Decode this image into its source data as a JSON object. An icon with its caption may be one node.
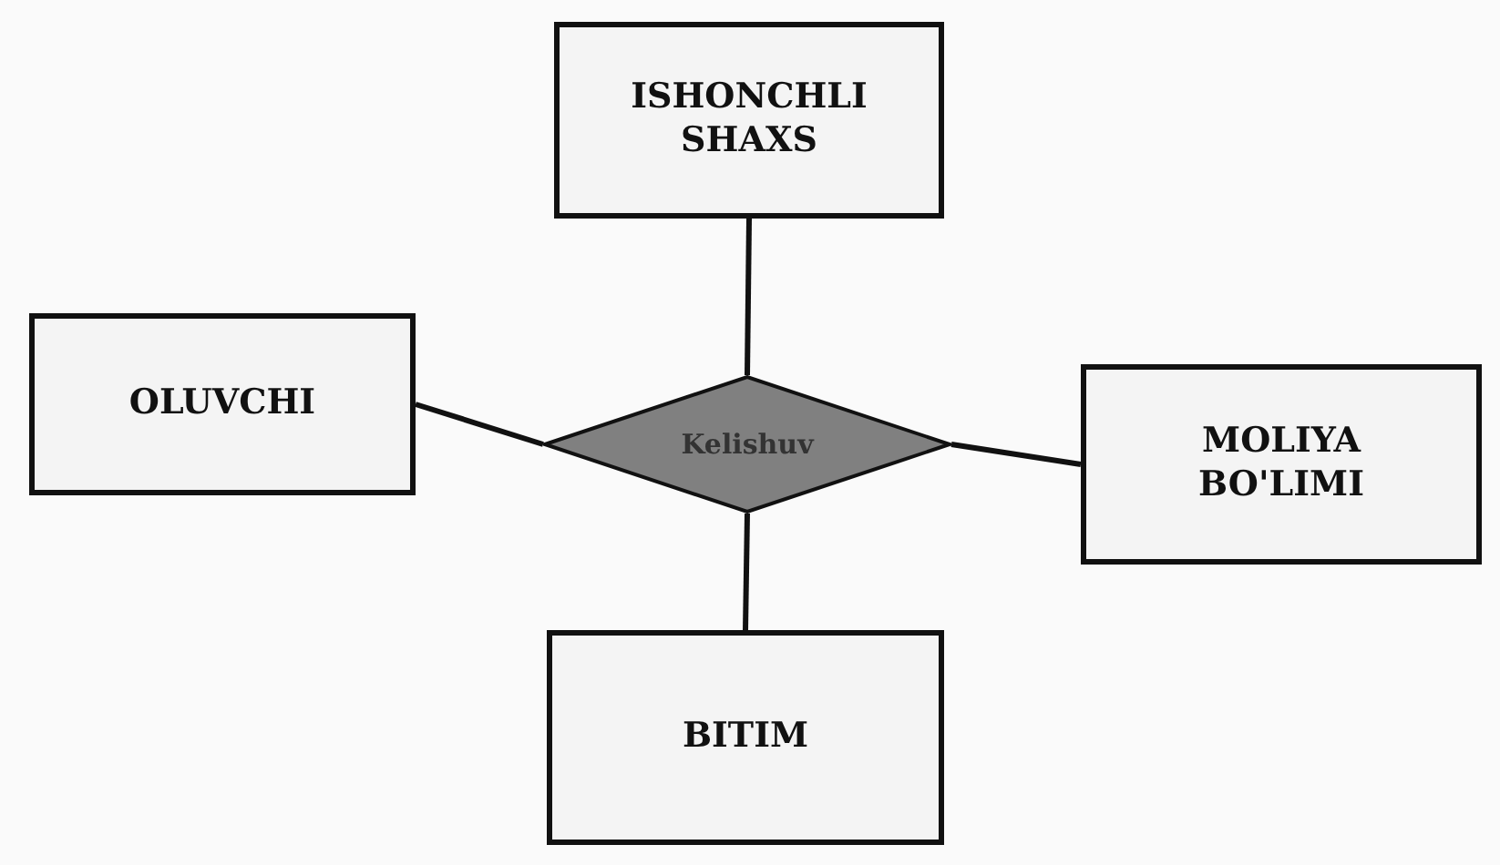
{
  "diagram": {
    "nodes": [
      {
        "text": [
          "ISHONCHLI SHAXS"
        ]
      },
      {
        "text": [
          "OLUVCHI"
        ]
      },
      {
        "text": [
          "Kelishuv"
        ]
      },
      {
        "text": [
          "MOLIYA BO'LIMI"
        ]
      },
      {
        "text": [
          "BITIM"
        ]
      }
    ],
    "edges": [
      {
        "from": 0,
        "to": 2,
        "arrow": "none"
      },
      {
        "from": 1,
        "to": 2,
        "arrow": "none"
      },
      {
        "from": 2,
        "to": 3,
        "arrow": "none"
      },
      {
        "from": 2,
        "to": 4,
        "arrow": "none"
      }
    ]
  }
}
